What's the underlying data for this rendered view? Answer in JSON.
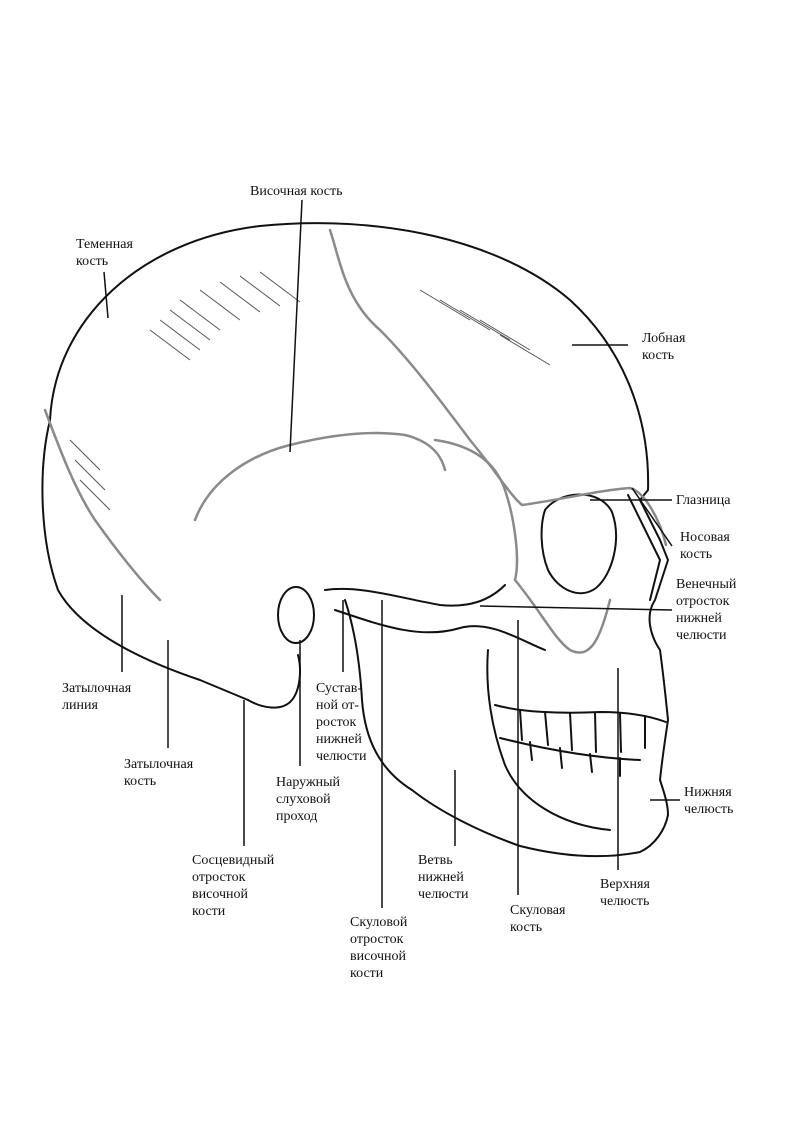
{
  "colors": {
    "ink": "#111111",
    "suture": "#8a8a8a",
    "paper": "#ffffff"
  },
  "labels": {
    "temporal_bone": [
      "Височная кость"
    ],
    "parietal_bone": [
      "Теменная",
      "кость"
    ],
    "frontal_bone": [
      "Лобная",
      "кость"
    ],
    "orbit": [
      "Глазница"
    ],
    "nasal_bone": [
      "Носовая",
      "кость"
    ],
    "coronoid_process": [
      "Венечный",
      "отросток",
      "нижней",
      "челюсти"
    ],
    "occipital_line": [
      "Затылочная",
      "линия"
    ],
    "condylar_process": [
      "Сустав-",
      "ной от-",
      "росток",
      "нижней",
      "челюсти"
    ],
    "occipital_bone": [
      "Затылочная",
      "кость"
    ],
    "external_auditory_meatus": [
      "Наружный",
      "слуховой",
      "проход"
    ],
    "mandible": [
      "Нижняя",
      "челюсть"
    ],
    "mastoid_process": [
      "Сосцевидный",
      "отросток",
      "височной",
      "кости"
    ],
    "mandible_ramus": [
      "Ветвь",
      "нижней",
      "челюсти"
    ],
    "maxilla": [
      "Верхняя",
      "челюсть"
    ],
    "zygomatic_bone": [
      "Скуловая",
      "кость"
    ],
    "zygomatic_process": [
      "Скуловой",
      "отросток",
      "височной",
      "кости"
    ]
  }
}
